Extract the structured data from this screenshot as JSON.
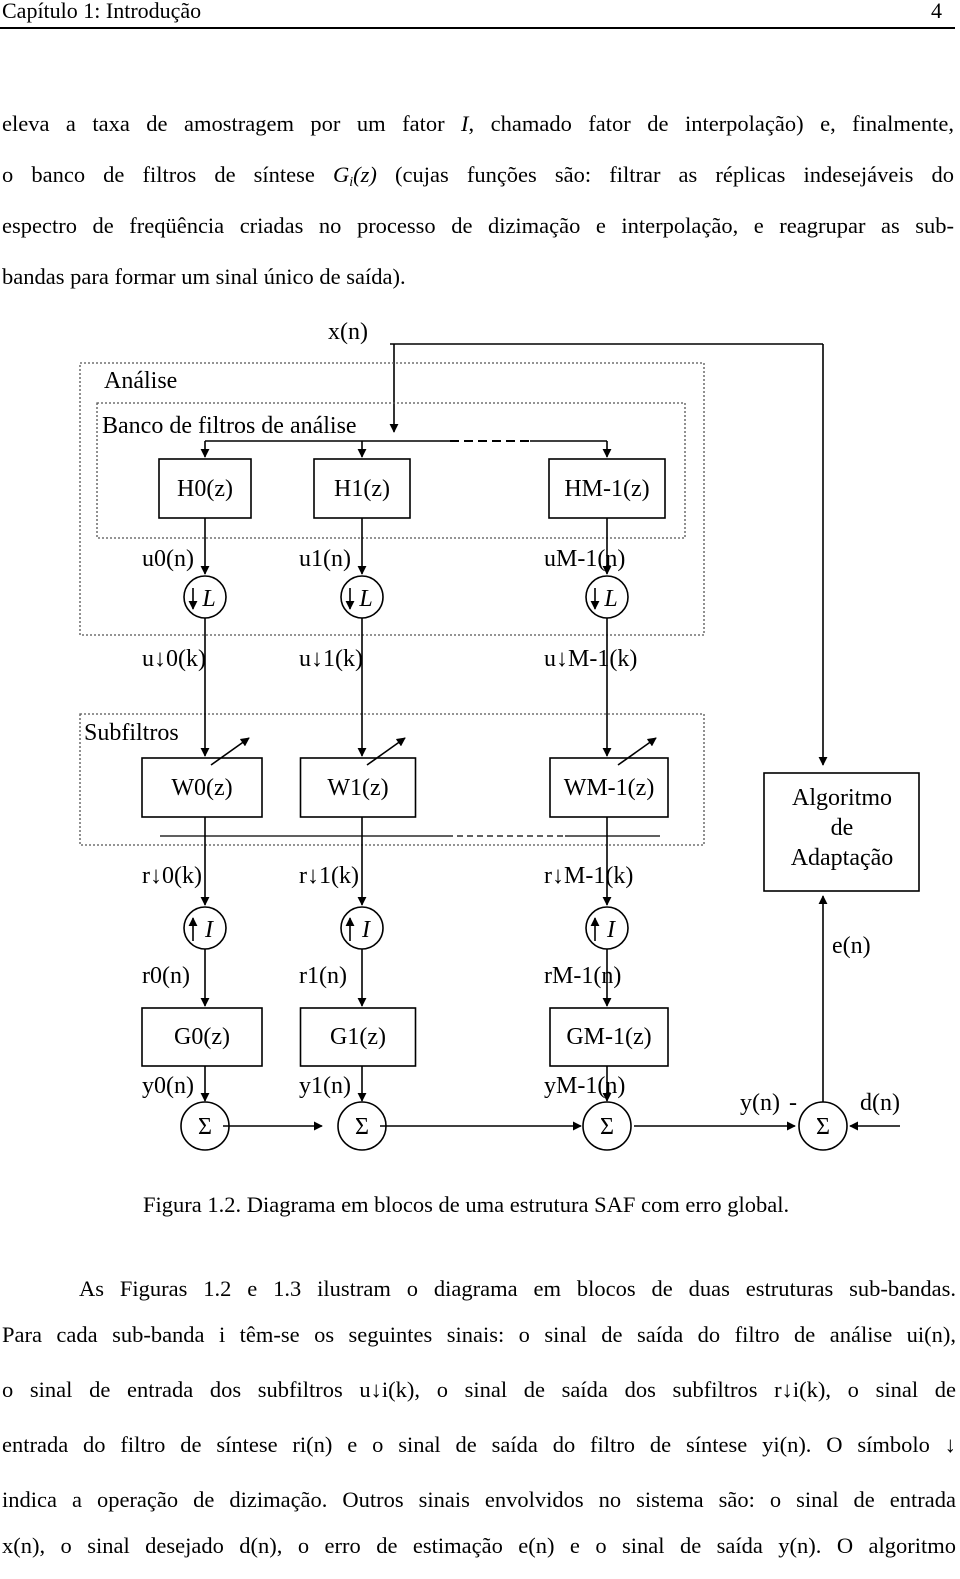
{
  "header": {
    "chapter": "Capítulo 1: Introdução",
    "page_number": "4"
  },
  "paragraph1": {
    "l1a": "eleva a taxa de amostragem por um fator ",
    "l1_factor": "I",
    "l1b": ", chamado fator de interpolação) e, finalmente,",
    "l2a": "o banco de filtros de síntese ",
    "l2_sym": "G",
    "l2_sub": "i",
    "l2_arg": "(z)",
    "l2b": " (cujas funções são: filtrar as réplicas indesejáveis do",
    "l3": "espectro de freqüência criadas no processo de dizimação e interpolação, e reagrupar as sub-",
    "l4": "bandas para formar um sinal único de saída)."
  },
  "diagram": {
    "input_label": "x(n)",
    "analysis_label": "Análise",
    "bank_label": "Banco de filtros de análise",
    "subfilters_label": "Subfiltros",
    "analysis_filters": [
      "H0(z)",
      "H1(z)",
      "HM-1(z)"
    ],
    "analysis_outputs": [
      "u0(n)",
      "u1(n)",
      "uM-1(n)"
    ],
    "decimation_factor": "L",
    "decimated_signals": [
      "u↓0(k)",
      "u↓1(k)",
      "u↓M-1(k)"
    ],
    "subfilters": [
      "W0(z)",
      "W1(z)",
      "WM-1(z)"
    ],
    "subfilter_outputs": [
      "r↓0(k)",
      "r↓1(k)",
      "r↓M-1(k)"
    ],
    "interpolation_factor": "I",
    "interpolated_signals": [
      "r0(n)",
      "r1(n)",
      "rM-1(n)"
    ],
    "synthesis_filters": [
      "G0(z)",
      "G1(z)",
      "GM-1(z)"
    ],
    "synthesis_outputs": [
      "y0(n)",
      "y1(n)",
      "yM-1(n)"
    ],
    "sum_symbol": "Σ",
    "output_label": "y(n)",
    "minus_sign": "-",
    "desired_label": "d(n)",
    "error_label": "e(n)",
    "adaptation_block": [
      "Algoritmo",
      "de",
      "Adaptação"
    ]
  },
  "caption": "Figura 1.2. Diagrama em blocos de uma estrutura SAF com erro global.",
  "paragraph2": {
    "l1": "As Figuras 1.2 e 1.3 ilustram o diagrama em blocos de duas estruturas sub-bandas.",
    "l2": "Para cada sub-banda i têm-se os seguintes sinais: o sinal de saída do filtro de análise ui(n),",
    "l3": "o sinal de entrada dos subfiltros u↓i(k), o sinal de saída dos subfiltros r↓i(k), o sinal de",
    "l4": "entrada do filtro de síntese ri(n) e o sinal de saída do filtro de síntese yi(n). O símbolo ↓",
    "l5": "indica a operação de dizimação. Outros sinais envolvidos no sistema são: o sinal de entrada",
    "l6": "x(n), o sinal desejado d(n), o erro de estimação e(n) e o sinal de saída y(n). O algoritmo"
  }
}
